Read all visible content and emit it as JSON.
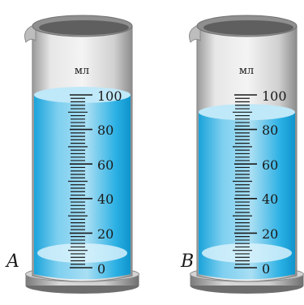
{
  "figure": {
    "unit": "мл",
    "scale_labels": [
      "100",
      "80",
      "60",
      "40",
      "20",
      "0"
    ],
    "scale": {
      "min": 0,
      "max": 100,
      "major_step": 20,
      "minor_step": 2
    }
  },
  "cylinders": [
    {
      "label": "A",
      "liquid_level_ml": 100
    },
    {
      "label": "B",
      "liquid_level_ml": 90
    }
  ],
  "colors": {
    "liquid": "#39b6e6",
    "liquid_surface": "#bfe8f8",
    "glass": "#c9c9c9",
    "glass_dark": "#8a8a8a",
    "base": "#b8b8b8",
    "scale_ink": "#1a1a1a"
  }
}
